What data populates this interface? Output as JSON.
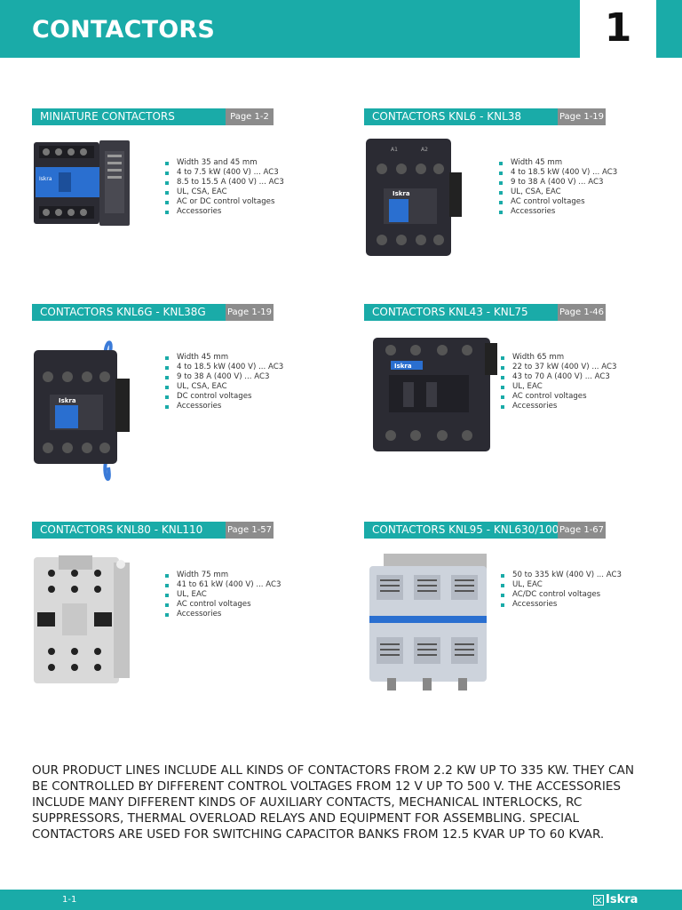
{
  "header": {
    "title": "CONTACTORS",
    "chapter": "1"
  },
  "sections": [
    {
      "title": "MINIATURE CONTACTORS",
      "page": "Page 1-2",
      "features": [
        "Width 35 and 45 mm",
        "4 to 7.5 kW (400 V) ... AC3",
        "8.5 to 15.5 A (400 V) ... AC3",
        "UL, CSA, EAC",
        "AC or DC control voltages",
        "Accessories"
      ],
      "brand": "Iskra"
    },
    {
      "title": "CONTACTORS KNL6 - KNL38",
      "page": "Page 1-19",
      "features": [
        "Width 45 mm",
        "4 to 18.5 kW (400 V) ... AC3",
        "9 to 38 A (400 V) ... AC3",
        "UL, CSA, EAC",
        "AC control voltages",
        "Accessories"
      ],
      "brand": "Iskra"
    },
    {
      "title": "CONTACTORS KNL6G - KNL38G",
      "page": "Page 1-19",
      "features": [
        "Width 45 mm",
        "4 to 18.5 kW (400 V) ... AC3",
        "9 to 38 A (400 V) ... AC3",
        "UL, CSA, EAC",
        "DC control voltages",
        "Accessories"
      ],
      "brand": "Iskra"
    },
    {
      "title": "CONTACTORS KNL43 - KNL75",
      "page": "Page 1-46",
      "features": [
        "Width 65 mm",
        "22 to 37 kW (400 V) ... AC3",
        "43 to 70 A (400 V) ... AC3",
        "UL, EAC",
        "AC control voltages",
        "Accessories"
      ],
      "brand": "Iskra"
    },
    {
      "title": "CONTACTORS KNL80 - KNL110",
      "page": "Page 1-57",
      "features": [
        "Width 75 mm",
        "41 to 61 kW (400 V) ... AC3",
        "UL, EAC",
        "AC control voltages",
        "Accessories"
      ],
      "brand": ""
    },
    {
      "title": "CONTACTORS KNL95 - KNL630/1000",
      "page": "Page 1-67",
      "features": [
        "50 to 335 kW (400 V) ... AC3",
        "UL, EAC",
        "AC/DC control voltages",
        "Accessories"
      ],
      "brand": ""
    }
  ],
  "intro": "OUR PRODUCT LINES INCLUDE ALL KINDS OF CONTACTORS FROM 2.2 KW UP TO 335 KW. THEY CAN BE CONTROLLED BY DIFFERENT CONTROL VOLTAGES FROM 12 V UP TO 500 V. THE ACCESSORIES INCLUDE MANY  DIFFERENT KINDS OF AUXILIARY CONTACTS, MECHANICAL INTERLOCKS, RC SUPPRESSORS, THERMAL OVERLOAD RELAYS AND EQUIPMENT FOR ASSEMBLING. SPECIAL CONTACTORS ARE USED FOR SWITCHING CAPACITOR BANKS FROM 12.5 KVAR UP TO 60 KVAR.",
  "footer": {
    "page": "1-1",
    "logo": "Iskra"
  },
  "colors": {
    "accent": "#1aaba8",
    "page_tag": "#8c8c8c",
    "product_dark": "#2b2b33",
    "product_blue": "#2a6fd0",
    "product_light": "#d6d6d6"
  }
}
